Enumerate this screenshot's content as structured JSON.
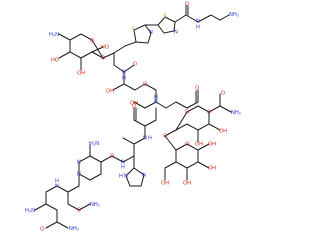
{
  "labels": {
    "nh2_amine_top": "NH",
    "nh2_amine_top_sub": "2",
    "amide_nh_top": "N",
    "amide_nh_top_h": "H",
    "amide_o_top": "O",
    "thiazole_n1": "N",
    "thiazole_s1": "S",
    "thiazole_n2": "N",
    "thiazole_s2": "S",
    "h2n_sugar": "H",
    "h2n_sugar_n": "N",
    "h2n_sugar_sub": "2",
    "sugar1_o_ring": "O",
    "sugar1_o_link": "O",
    "sugar1_ho_a": "HO",
    "sugar1_oh": "OH",
    "sugar1_ho_b": "HO",
    "ho_mid": "HO",
    "nh_mid1": "N",
    "nh_mid1_h": "H",
    "o_mid1": "O",
    "oh_mid": "OH",
    "o_mid2": "O",
    "o_mid3": "O",
    "nh_mid2": "N",
    "nh_mid2_h": "H",
    "nh_mid3": "N",
    "nh_mid3_h": "H",
    "oh_mid2": "OH",
    "o_carbamoyl": "O",
    "nh2_carbamoyl": "NH",
    "nh2_carbamoyl_sub": "2",
    "o_carbamate": "O",
    "o_sugar2_ring": "O",
    "oh_s2a": "OH",
    "oh_s2b": "OH",
    "o_glyco": "O",
    "o_sugar3_ring": "O",
    "oh_s3a": "OH",
    "oh_s3b": "OH",
    "oh_s3c": "OH",
    "oh_s2c": "OH",
    "h2n_pyr": "H",
    "h2n_pyr_n": "N",
    "h2n_pyr_sub": "2",
    "pyr_n1": "N",
    "pyr_n2": "N",
    "imid_n1": "N",
    "imid_nh": "N",
    "imid_nh_h": "H",
    "o_pyr_amide": "O",
    "nh_pyr": "N",
    "nh_pyr_h": "H",
    "nh_side": "N",
    "nh_side_h": "H",
    "h2n_side": "H",
    "h2n_side_n": "N",
    "h2n_side_sub": "2",
    "nh2_side_amide": "NH",
    "nh2_side_amide_sub": "2",
    "o_side_amide1": "O",
    "h2n_bottom": "H",
    "h2n_bottom_n": "N",
    "h2n_bottom_sub": "2",
    "o_bottom": "O",
    "nh2_bottom": "NH",
    "nh2_bottom_sub": "2",
    "o_side_amide2": "O"
  }
}
